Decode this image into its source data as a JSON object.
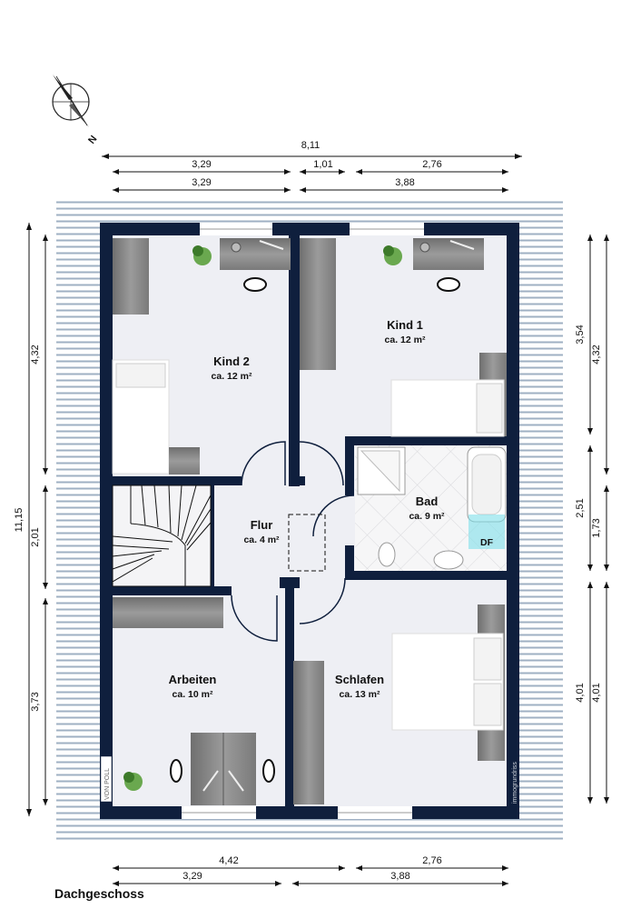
{
  "plan": {
    "floor_name": "Dachgeschoss",
    "compass_label": "N",
    "rooms": {
      "kind2": {
        "name": "Kind 2",
        "area": "ca. 12 m²"
      },
      "kind1": {
        "name": "Kind 1",
        "area": "ca. 12 m²"
      },
      "bad": {
        "name": "Bad",
        "area": "ca. 9 m²"
      },
      "flur": {
        "name": "Flur",
        "area": "ca. 4 m²"
      },
      "arbeiten": {
        "name": "Arbeiten",
        "area": "ca. 10 m²"
      },
      "schlafen": {
        "name": "Schlafen",
        "area": "ca. 13 m²"
      }
    },
    "skylight_label": "DF",
    "dimensions": {
      "top_total": "8,11",
      "top_row1": [
        "3,29",
        "1,01",
        "2,76"
      ],
      "top_row2": [
        "3,29",
        "3,88"
      ],
      "left_total": "11,15",
      "left_segments": [
        "4,32",
        "2,01",
        "3,73"
      ],
      "right_outer": [
        "4,32",
        "1,73",
        "4,01"
      ],
      "right_inner": [
        "3,54",
        "2,51",
        "4,01"
      ],
      "bottom_row1": [
        "4,42",
        "2,76"
      ],
      "bottom_row2": [
        "3,29",
        "3,88"
      ]
    },
    "branding": {
      "left": "VON POLL",
      "right": "immogrundriss"
    },
    "colors": {
      "wall": "#0f1f3d",
      "floor": "#eeeff4",
      "furniture": "#8c8c8c",
      "skylight": "#7fe0ea"
    }
  }
}
